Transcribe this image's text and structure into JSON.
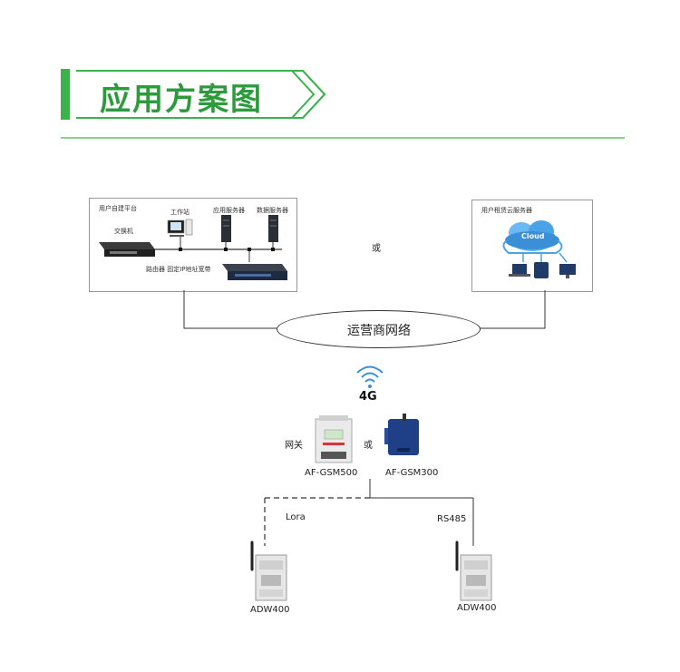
{
  "header": {
    "title": "应用方案图"
  },
  "left_box": {
    "platform_label": "用户自建平台",
    "switch_label": "交换机",
    "workstation_label": "工作站",
    "app_server_label": "应用服务器",
    "db_server_label": "数据服务器",
    "router_label": "路由器 固定IP地址宽带"
  },
  "or_label_top": "或",
  "right_box": {
    "cloud_server_label": "用户租赁云服务器",
    "cloud_text": "Cloud"
  },
  "network_label": "运营商网络",
  "signal_label": "4G",
  "gateway": {
    "label": "网关",
    "or_label": "或",
    "device1": "AF-GSM500",
    "device2": "AF-GSM300"
  },
  "links": {
    "left": "Lora",
    "right": "RS485"
  },
  "meters": {
    "left": "ADW400",
    "right": "ADW400"
  },
  "colors": {
    "accent": "#3cb34a",
    "title": "#2d9b3c",
    "cloud": "#3a8fd6"
  }
}
